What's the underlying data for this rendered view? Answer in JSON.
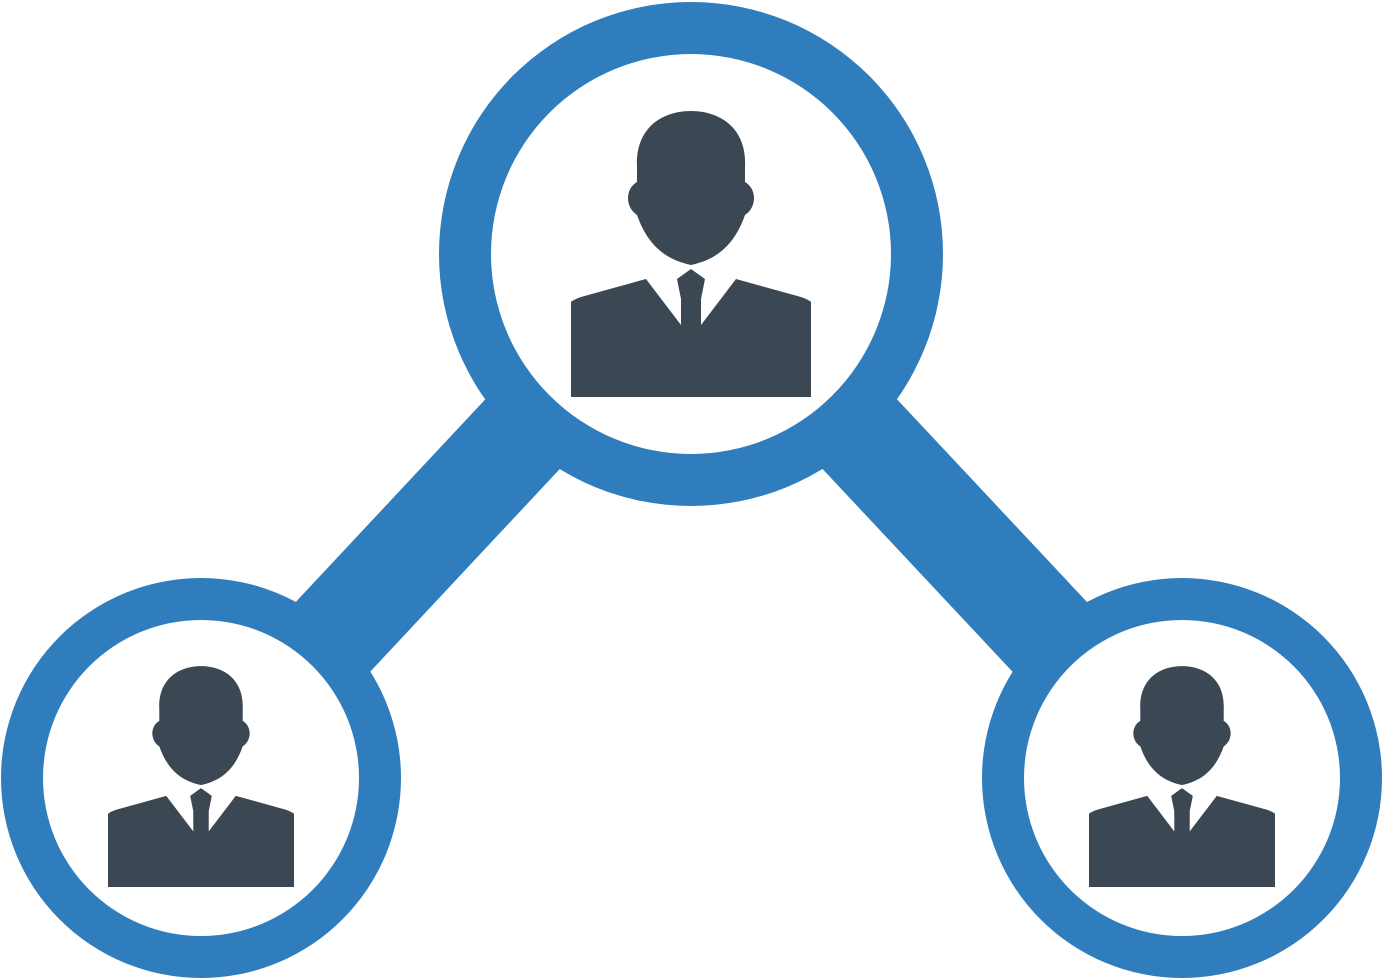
{
  "icon": {
    "name": "team-network-icon",
    "colors": {
      "ring": "#2f7dbd",
      "person": "#3b4753",
      "background": "#ffffff"
    },
    "nodes": [
      {
        "id": "top",
        "role": "person"
      },
      {
        "id": "left",
        "role": "person"
      },
      {
        "id": "right",
        "role": "person"
      }
    ],
    "connections": [
      {
        "from": "top",
        "to": "left"
      },
      {
        "from": "top",
        "to": "right"
      }
    ]
  }
}
